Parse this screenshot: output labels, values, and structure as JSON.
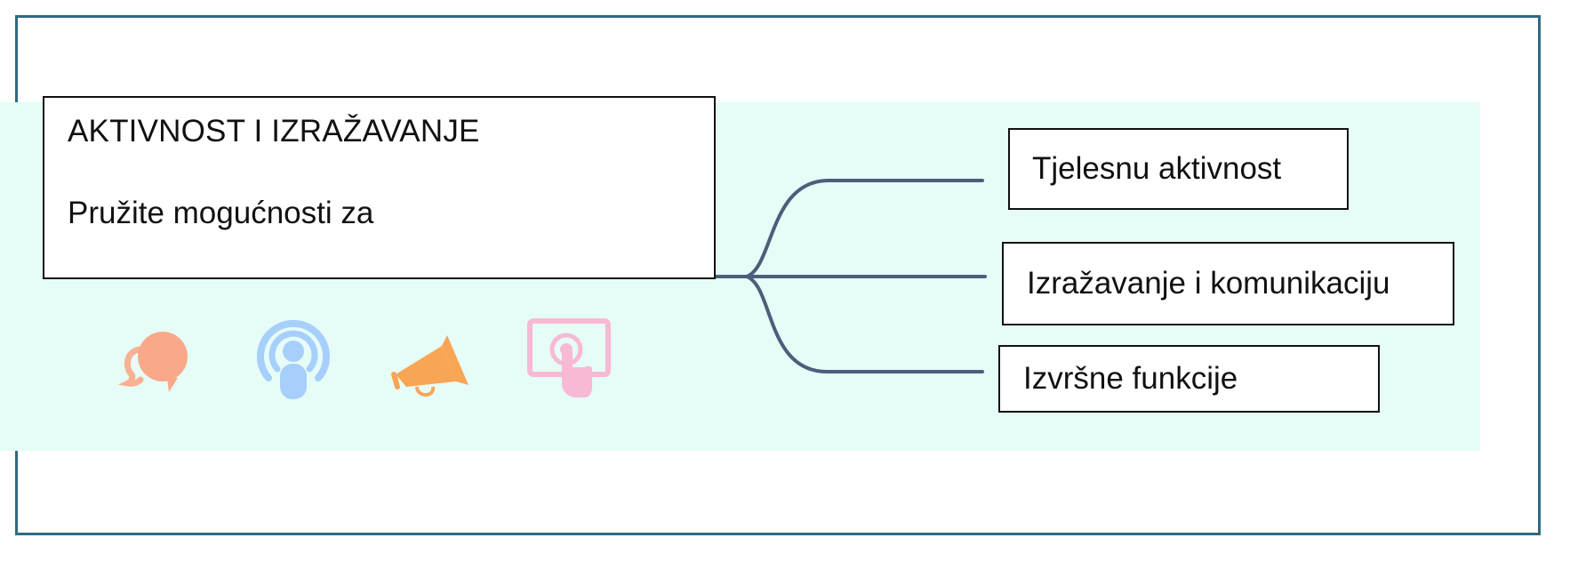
{
  "diagram": {
    "main": {
      "title": "AKTIVNOST I IZRAŽAVANJE",
      "subtitle": "Pružite mogućnosti za"
    },
    "branches": [
      {
        "label": "Tjelesnu aktivnost"
      },
      {
        "label": "Izražavanje i komunikaciju"
      },
      {
        "label": "Izvršne funkcije"
      }
    ],
    "icons": [
      {
        "name": "speech-bubbles-icon",
        "color": "#f9b193"
      },
      {
        "name": "podcast-icon",
        "color": "#a6cffc"
      },
      {
        "name": "megaphone-icon",
        "color": "#f8a555"
      },
      {
        "name": "touch-screen-icon",
        "color": "#f7b9d4"
      }
    ],
    "colors": {
      "frame": "#2f6a80",
      "band": "#e6fcf6",
      "connector": "#4a5f7a",
      "box_border": "#111111"
    }
  }
}
